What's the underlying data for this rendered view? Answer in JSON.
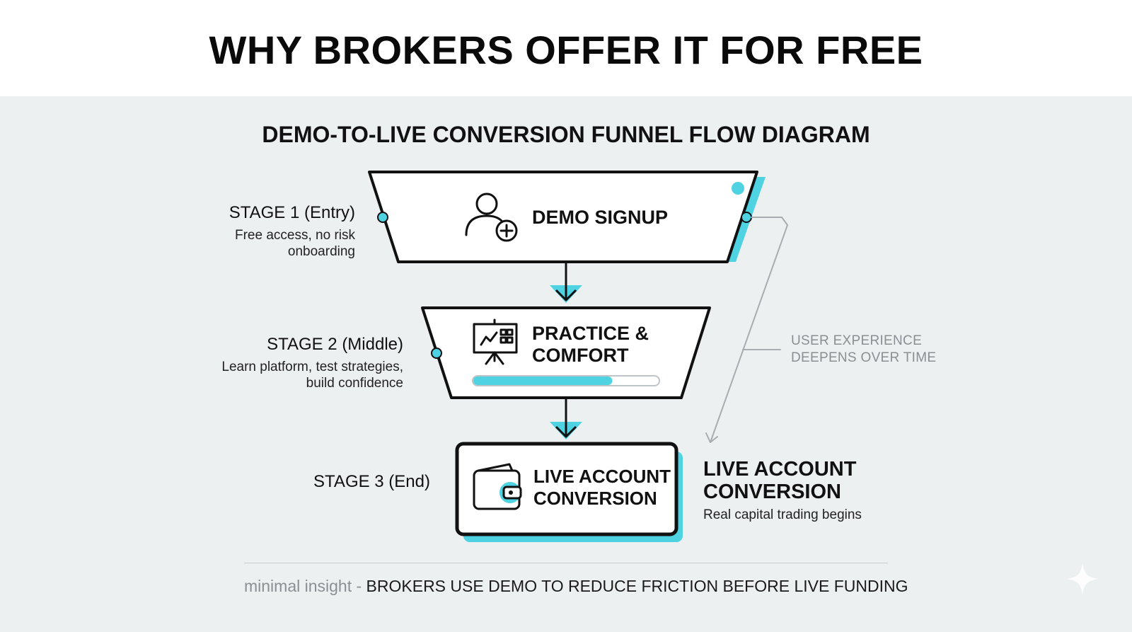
{
  "title": "WHY BROKERS OFFER IT FOR FREE",
  "subtitle": "DEMO-TO-LIVE CONVERSION FUNNEL FLOW DIAGRAM",
  "colors": {
    "accent": "#4fd3e3",
    "outline": "#111111",
    "background": "#edf0f1",
    "header": "#ffffff",
    "muted": "#8b8f93"
  },
  "stages": [
    {
      "label": "STAGE 1 (Entry)",
      "description_lines": [
        "Free access, no risk",
        "onboarding"
      ],
      "box_title_lines": [
        "DEMO SIGNUP"
      ],
      "icon": "user-plus-icon"
    },
    {
      "label": "STAGE 2 (Middle)",
      "description_lines": [
        "Learn platform, test strategies,",
        "build confidence"
      ],
      "box_title_lines": [
        "PRACTICE &",
        "COMFORT"
      ],
      "icon": "presentation-chart-icon",
      "progress": 0.75
    },
    {
      "label": "STAGE 3 (End)",
      "box_title_lines": [
        "LIVE ACCOUNT",
        "CONVERSION"
      ],
      "icon": "wallet-icon"
    }
  ],
  "side_note_lines": [
    "USER EXPERIENCE",
    "DEEPENS OVER TIME"
  ],
  "conversion": {
    "title_lines": [
      "LIVE ACCOUNT",
      "CONVERSION"
    ],
    "description": "Real capital trading begins"
  },
  "footer": {
    "prefix": "minimal insight - ",
    "text": "BROKERS USE DEMO TO REDUCE FRICTION BEFORE LIVE FUNDING"
  }
}
